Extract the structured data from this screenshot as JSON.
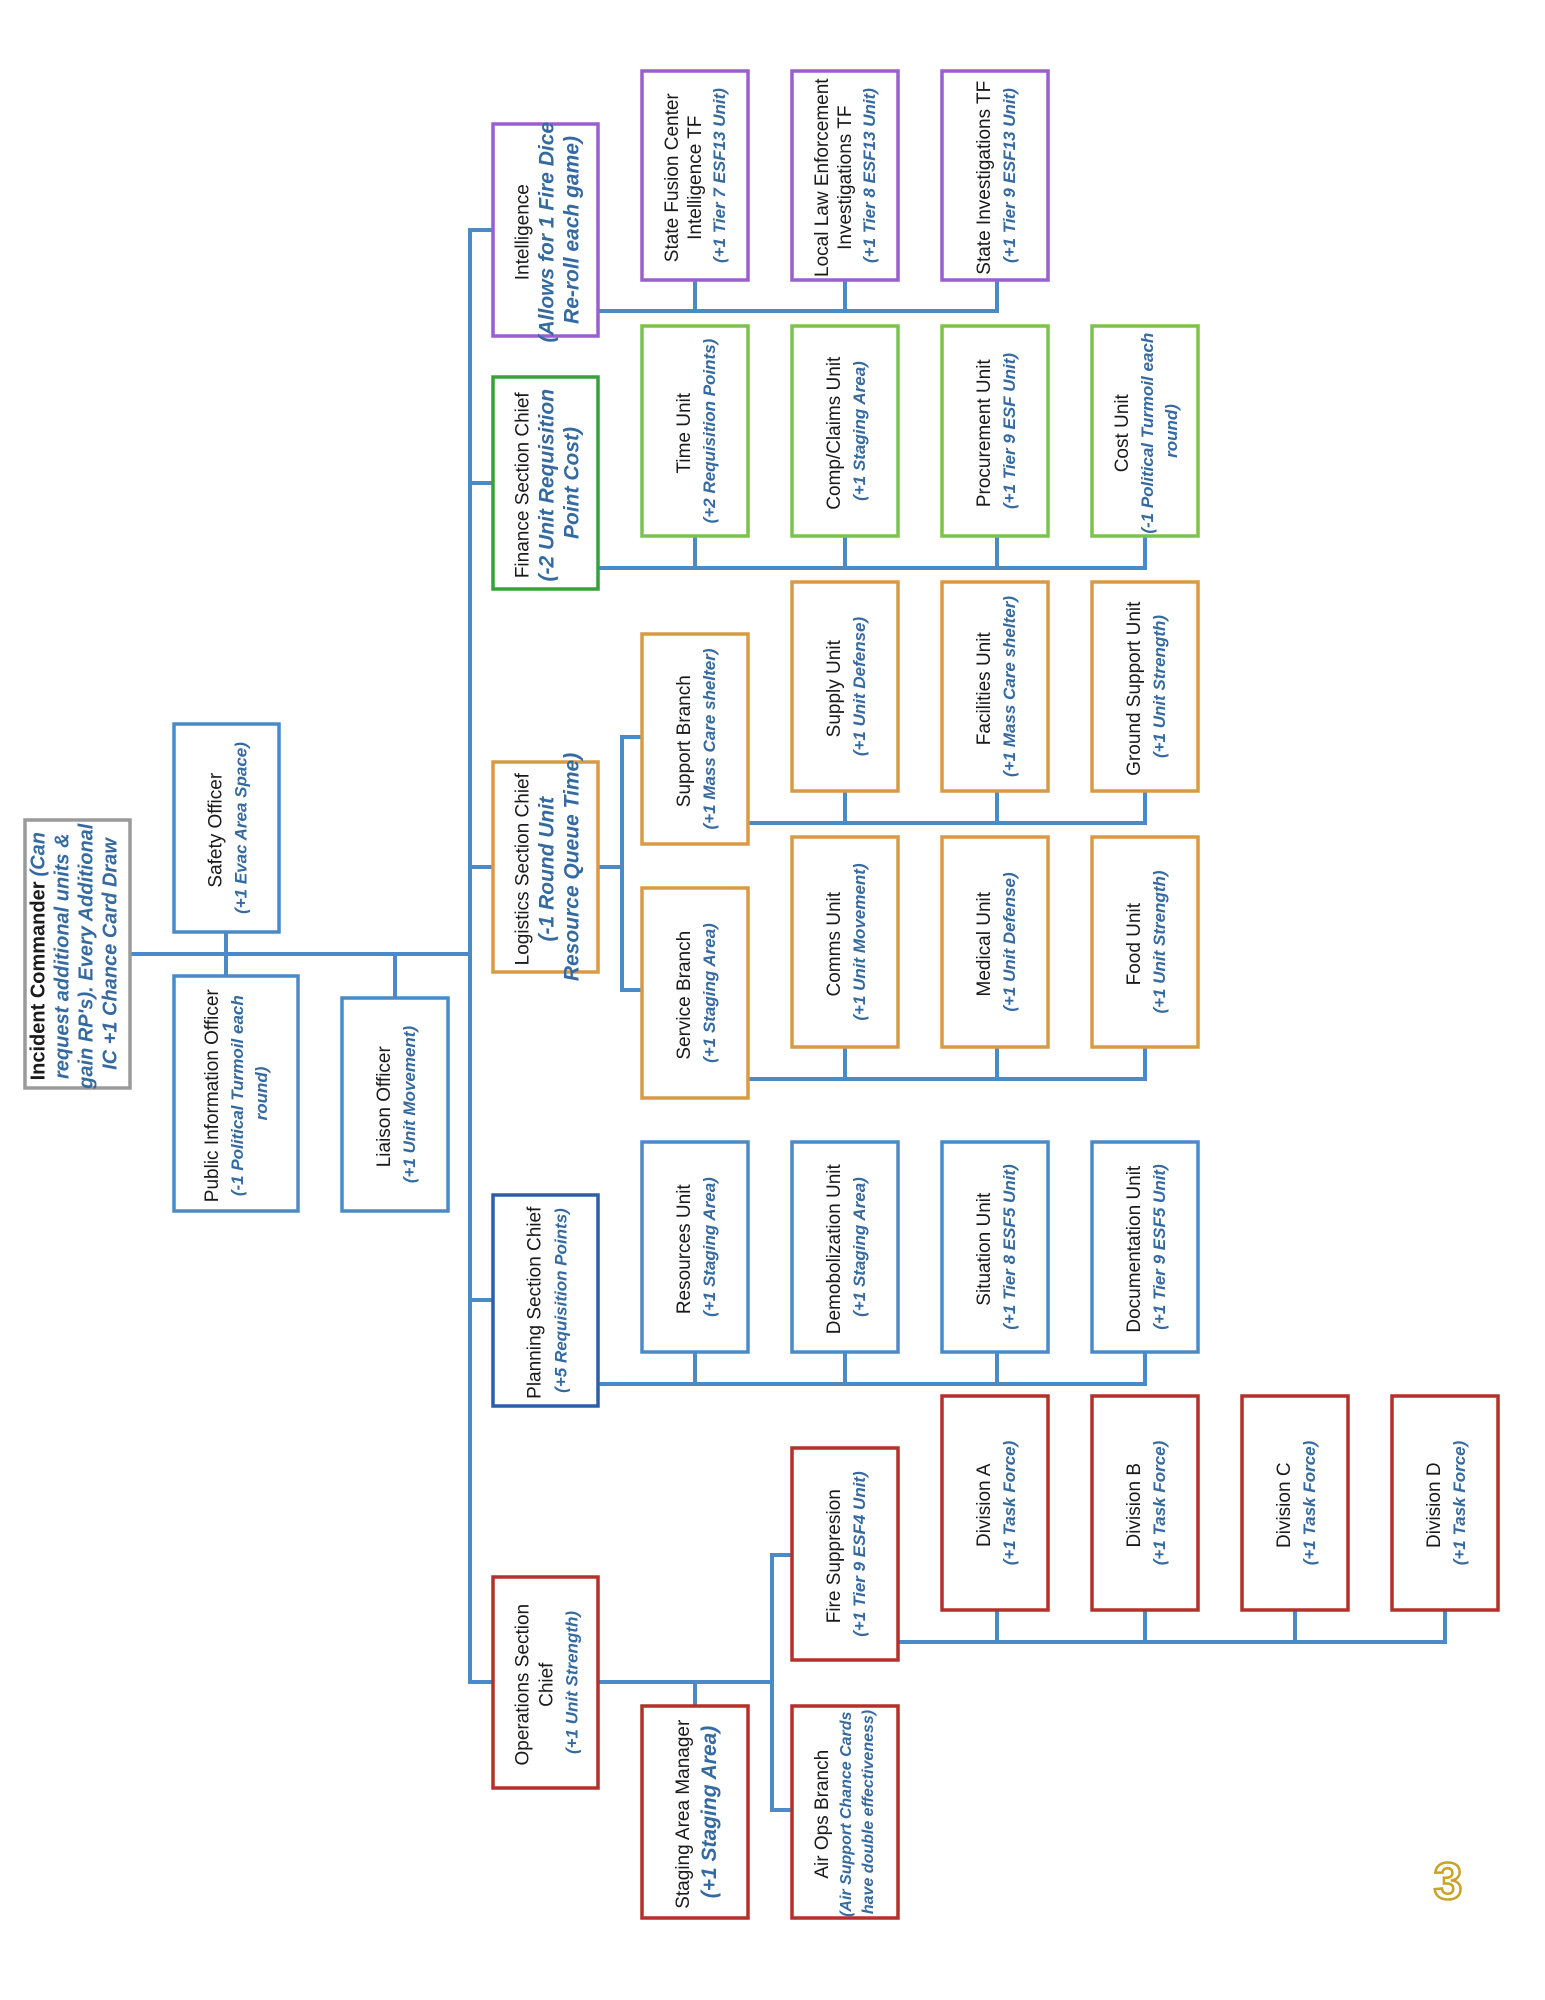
{
  "colors": {
    "connector": "#4a8bc7",
    "command": "#9a9a9a",
    "command_staff": "#4a8bc7",
    "intelligence": "#9a5fcf",
    "finance": "#7cc34a",
    "finance_chief": "#39a03c",
    "logistics": "#d89a44",
    "planning": "#4a8bc7",
    "planning_chief": "#2d5fa8",
    "operations": "#b5302a",
    "bonus_text": "#356aa0",
    "page_number": "#c9a227"
  },
  "incident_commander": {
    "title": "Incident Commander",
    "bonus_lines": [
      "(Can",
      "request additional units &",
      "gain RP's). Every Additional",
      "IC +1 Chance Card Draw"
    ]
  },
  "command_staff": {
    "safety": {
      "title": "Safety Officer",
      "bonus": "(+1 Evac Area Space)"
    },
    "public_info": {
      "title": "Public Information Officer",
      "bonus_lines": [
        "(-1 Political Turmoil each",
        "round)"
      ]
    },
    "liaison": {
      "title": "Liaison Officer",
      "bonus": "(+1 Unit Movement)"
    }
  },
  "intelligence": {
    "chief": {
      "title": "Intelligence",
      "bonus_lines": [
        "(Allows for 1 Fire Dice",
        "Re-roll each game)"
      ]
    },
    "units": [
      {
        "title_lines": [
          "State Fusion Center",
          "Intelligence TF"
        ],
        "bonus": "(+1 Tier 7 ESF13 Unit)"
      },
      {
        "title_lines": [
          "Local Law Enforcement",
          "Investigations TF"
        ],
        "bonus": "(+1 Tier 8 ESF13 Unit)"
      },
      {
        "title_lines": [
          "State Investigations TF"
        ],
        "bonus": "(+1 Tier 9 ESF13 Unit)"
      }
    ]
  },
  "finance": {
    "chief": {
      "title": "Finance Section Chief",
      "bonus_lines": [
        "(-2 Unit Requisition",
        "Point Cost)"
      ]
    },
    "units": [
      {
        "title": "Time Unit",
        "bonus_lines": [
          "(+2 Requisition Points)"
        ]
      },
      {
        "title": "Comp/Claims Unit",
        "bonus_lines": [
          "(+1 Staging Area)"
        ]
      },
      {
        "title": "Procurement Unit",
        "bonus_lines": [
          "(+1 Tier 9 ESF Unit)"
        ]
      },
      {
        "title": "Cost Unit",
        "bonus_lines": [
          "(-1 Political Turmoil each",
          "round)"
        ]
      }
    ]
  },
  "logistics": {
    "chief": {
      "title": "Logistics Section Chief",
      "bonus_lines": [
        "(-1 Round Unit",
        "Resource Queue Time)"
      ]
    },
    "support_branch": {
      "title": "Support Branch",
      "bonus": "(+1 Mass Care shelter)"
    },
    "service_branch": {
      "title": "Service Branch",
      "bonus": "(+1 Staging Area)"
    },
    "support_units": [
      {
        "title": "Supply Unit",
        "bonus": "(+1 Unit Defense)"
      },
      {
        "title": "Facilities Unit",
        "bonus": "(+1 Mass Care shelter)"
      },
      {
        "title": "Ground Support Unit",
        "bonus": "(+1 Unit Strength)"
      }
    ],
    "service_units": [
      {
        "title": "Comms Unit",
        "bonus": "(+1 Unit Movement)"
      },
      {
        "title": "Medical Unit",
        "bonus": "(+1 Unit Defense)"
      },
      {
        "title": "Food Unit",
        "bonus": "(+1 Unit Strength)"
      }
    ]
  },
  "planning": {
    "chief": {
      "title": "Planning Section Chief",
      "bonus": "(+5 Requisition Points)"
    },
    "units": [
      {
        "title": "Resources Unit",
        "bonus": "(+1 Staging Area)"
      },
      {
        "title": "Demobolization Unit",
        "bonus": "(+1 Staging Area)"
      },
      {
        "title": "Situation Unit",
        "bonus": "(+1 Tier 8 ESF5 Unit)"
      },
      {
        "title": "Documentation Unit",
        "bonus": "(+1 Tier 9 ESF5 Unit)"
      }
    ]
  },
  "operations": {
    "chief": {
      "title_lines": [
        "Operations Section",
        "Chief"
      ],
      "bonus": "(+1 Unit Strength)"
    },
    "staging": {
      "title": "Staging Area Manager",
      "bonus": "(+1 Staging Area)"
    },
    "fire_suppression": {
      "title": "Fire Suppresion",
      "bonus": "(+1 Tier 9 ESF4 Unit)"
    },
    "air_ops": {
      "title": "Air Ops Branch",
      "bonus_lines": [
        "(Air Support Chance Cards",
        "have double effectiveness)"
      ]
    },
    "divisions": [
      {
        "title": "Division A",
        "bonus": "(+1 Task Force)"
      },
      {
        "title": "Division B",
        "bonus": "(+1 Task Force)"
      },
      {
        "title": "Division C",
        "bonus": "(+1 Task Force)"
      },
      {
        "title": "Division D",
        "bonus": "(+1 Task Force)"
      }
    ]
  },
  "page_number": "3"
}
